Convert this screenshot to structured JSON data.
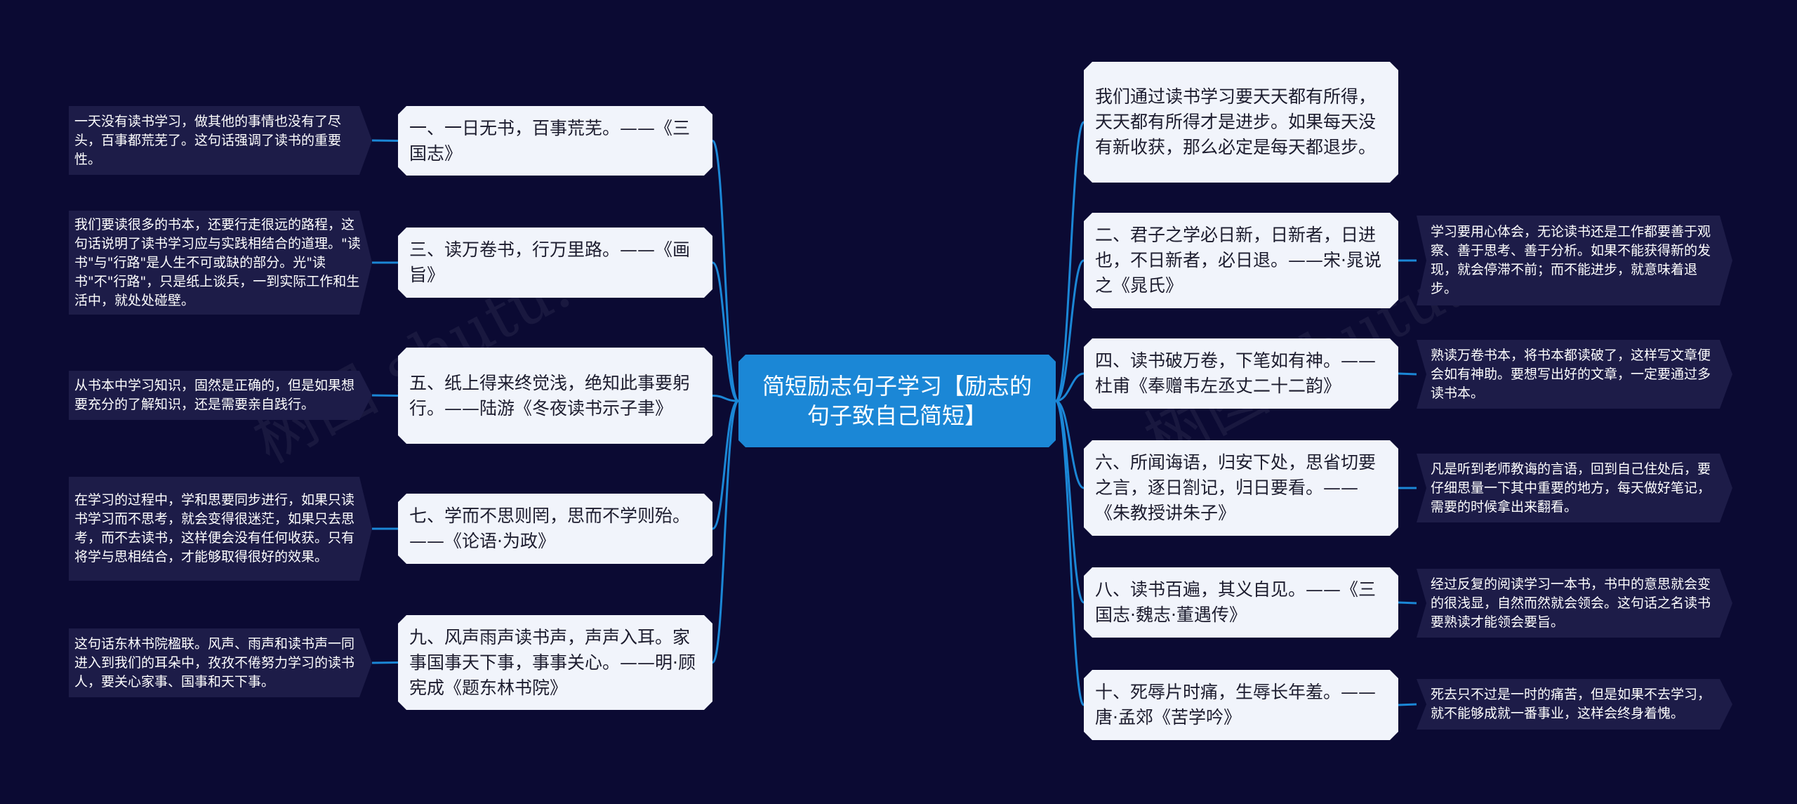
{
  "title": "简短励志句子学习【励志的句子致自己简短】",
  "watermark_text": "树图 shutu.cn",
  "colors": {
    "background": "#0b0a33",
    "center": "#1b87d6",
    "branch": "#f1f4fb",
    "leaf": "#1d1c48",
    "link": "#1b87d6"
  },
  "left_branches": [
    {
      "text": "一、一日无书，百事荒芜。——《三国志》",
      "detail": "一天没有读书学习，做其他的事情也没有了尽头，百事都荒芜了。这句话强调了读书的重要性。"
    },
    {
      "text": "三、读万卷书，行万里路。——《画旨》",
      "detail": "我们要读很多的书本，还要行走很远的路程，这句话说明了读书学习应与实践相结合的道理。\"读书\"与\"行路\"是人生不可或缺的部分。光\"读书\"不\"行路\"，只是纸上谈兵，一到实际工作和生活中，就处处碰壁。"
    },
    {
      "text": "五、纸上得来终觉浅，绝知此事要躬行。——陆游《冬夜读书示子聿》",
      "detail": "从书本中学习知识，固然是正确的，但是如果想要充分的了解知识，还是需要亲自践行。"
    },
    {
      "text": "七、学而不思则罔，思而不学则殆。——《论语·为政》",
      "detail": "在学习的过程中，学和思要同步进行，如果只读书学习而不思考，就会变得很迷茫，如果只去思考，而不去读书，这样便会没有任何收获。只有将学与思相结合，才能够取得很好的效果。"
    },
    {
      "text": "九、风声雨声读书声，声声入耳。家事国事天下事，事事关心。——明·顾宪成《题东林书院》",
      "detail": "这句话东林书院楹联。风声、雨声和读书声一同进入到我们的耳朵中，孜孜不倦努力学习的读书人，要关心家事、国事和天下事。"
    }
  ],
  "right_branches": [
    {
      "text": "我们通过读书学习要天天都有所得，天天都有所得才是进步。如果每天没有新收获，那么必定是每天都退步。",
      "detail": ""
    },
    {
      "text": "二、君子之学必日新，日新者，日进也，不日新者，必日退。——宋·晁说之《晁氏》",
      "detail": "学习要用心体会，无论读书还是工作都要善于观察、善于思考、善于分析。如果不能获得新的发现，就会停滞不前；而不能进步，就意味着退步。"
    },
    {
      "text": "四、读书破万卷，下笔如有神。——杜甫《奉赠韦左丞丈二十二韵》",
      "detail": "熟读万卷书本，将书本都读破了，这样写文章便会如有神助。要想写出好的文章，一定要通过多读书本。"
    },
    {
      "text": "六、所闻诲语，归安下处，思省切要之言，逐日劄记，归日要看。——《朱教授讲朱子》",
      "detail": "凡是听到老师教诲的言语，回到自己住处后，要仔细思量一下其中重要的地方，每天做好笔记，需要的时候拿出来翻看。"
    },
    {
      "text": "八、读书百遍，其义自见。——《三国志·魏志·董遇传》",
      "detail": "经过反复的阅读学习一本书，书中的意思就会变的很浅显，自然而然就会领会。这句话之名读书要熟读才能领会要旨。"
    },
    {
      "text": "十、死辱片时痛，生辱长年羞。——唐·孟郊《苦学吟》",
      "detail": "死去只不过是一时的痛苦，但是如果不去学习，就不能够成就一番事业，这样会终身着愧。"
    }
  ]
}
